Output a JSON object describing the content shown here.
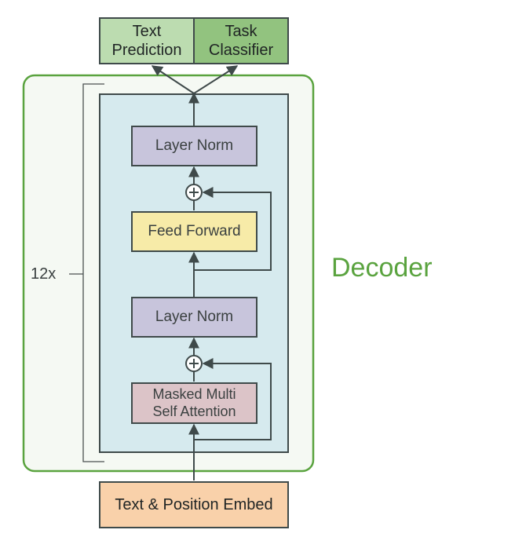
{
  "outputs": {
    "text_prediction": "Text\nPrediction",
    "task_classifier": "Task\nClassifier"
  },
  "decoder": {
    "label": "Decoder",
    "repeat": "12x",
    "layer_norm_top": "Layer Norm",
    "feed_forward": "Feed Forward",
    "layer_norm_bottom": "Layer Norm",
    "attention": "Masked Multi\nSelf Attention"
  },
  "embed": {
    "label": "Text & Position Embed"
  },
  "colors": {
    "decoder_border": "#5aa33f",
    "decoder_fill": "#f5f9f3",
    "stack_fill": "#d6eaee",
    "layer_norm": "#c8c5dc",
    "feed_forward": "#f7eba8",
    "attention": "#dcc4c8",
    "embed": "#f9d1aa",
    "text_prediction": "#bcdcb0",
    "task_classifier": "#92c37f",
    "line": "#3f4a4a"
  }
}
